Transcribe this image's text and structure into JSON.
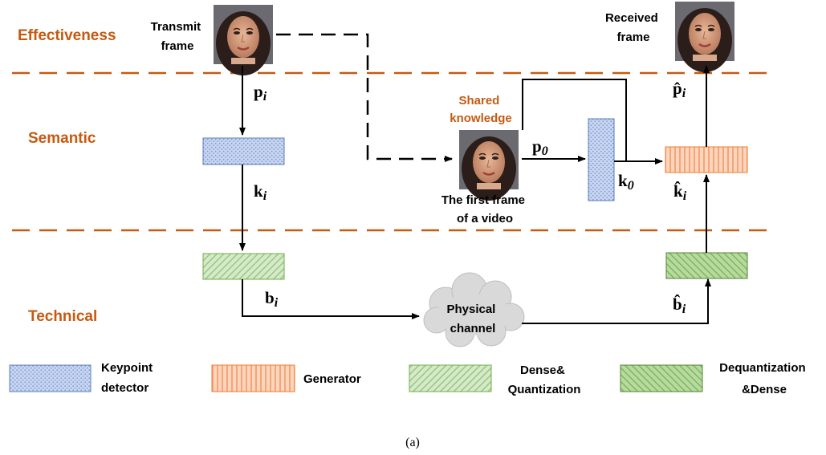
{
  "colors": {
    "layer_label": "#C55A11",
    "divider": "#C55A11",
    "arrow": "#000000",
    "keypoint_fill": "#B4C7E7",
    "generator_fill": "#F8CBAD",
    "dense_quant_fill": "#C5E0B4",
    "dequant_dense_fill": "#A9D18E",
    "cloud_fill": "#D9D9D9"
  },
  "layers": {
    "effectiveness": "Effectiveness",
    "semantic": "Semantic",
    "technical": "Technical"
  },
  "frames": {
    "transmit": [
      "Transmit",
      "frame"
    ],
    "received": [
      "Received",
      "frame"
    ],
    "first_frame": [
      "The first frame",
      "of a video"
    ]
  },
  "shared_knowledge": [
    "Shared",
    "knowledge"
  ],
  "channel": [
    "Physical",
    "channel"
  ],
  "symbols": {
    "p_i": {
      "base": "p",
      "sub": "i"
    },
    "k_i": {
      "base": "k",
      "sub": "i"
    },
    "b_i": {
      "base": "b",
      "sub": "i"
    },
    "p_0": {
      "base": "p",
      "sub": "0"
    },
    "k_0": {
      "base": "k",
      "sub": "0"
    },
    "p_hat_i": {
      "base": "p̂",
      "sub": "i"
    },
    "k_hat_i": {
      "base": "k̂",
      "sub": "i"
    },
    "b_hat_i": {
      "base": "b̂",
      "sub": "i"
    }
  },
  "legend": {
    "keypoint": [
      "Keypoint",
      "detector"
    ],
    "generator": [
      "Generator"
    ],
    "dense_quant": [
      "Dense&",
      "Quantization"
    ],
    "dequant_dense": [
      "Dequantization",
      "&Dense"
    ]
  },
  "caption": "(a)",
  "icons": [
    "face-photo",
    "cloud-icon"
  ]
}
